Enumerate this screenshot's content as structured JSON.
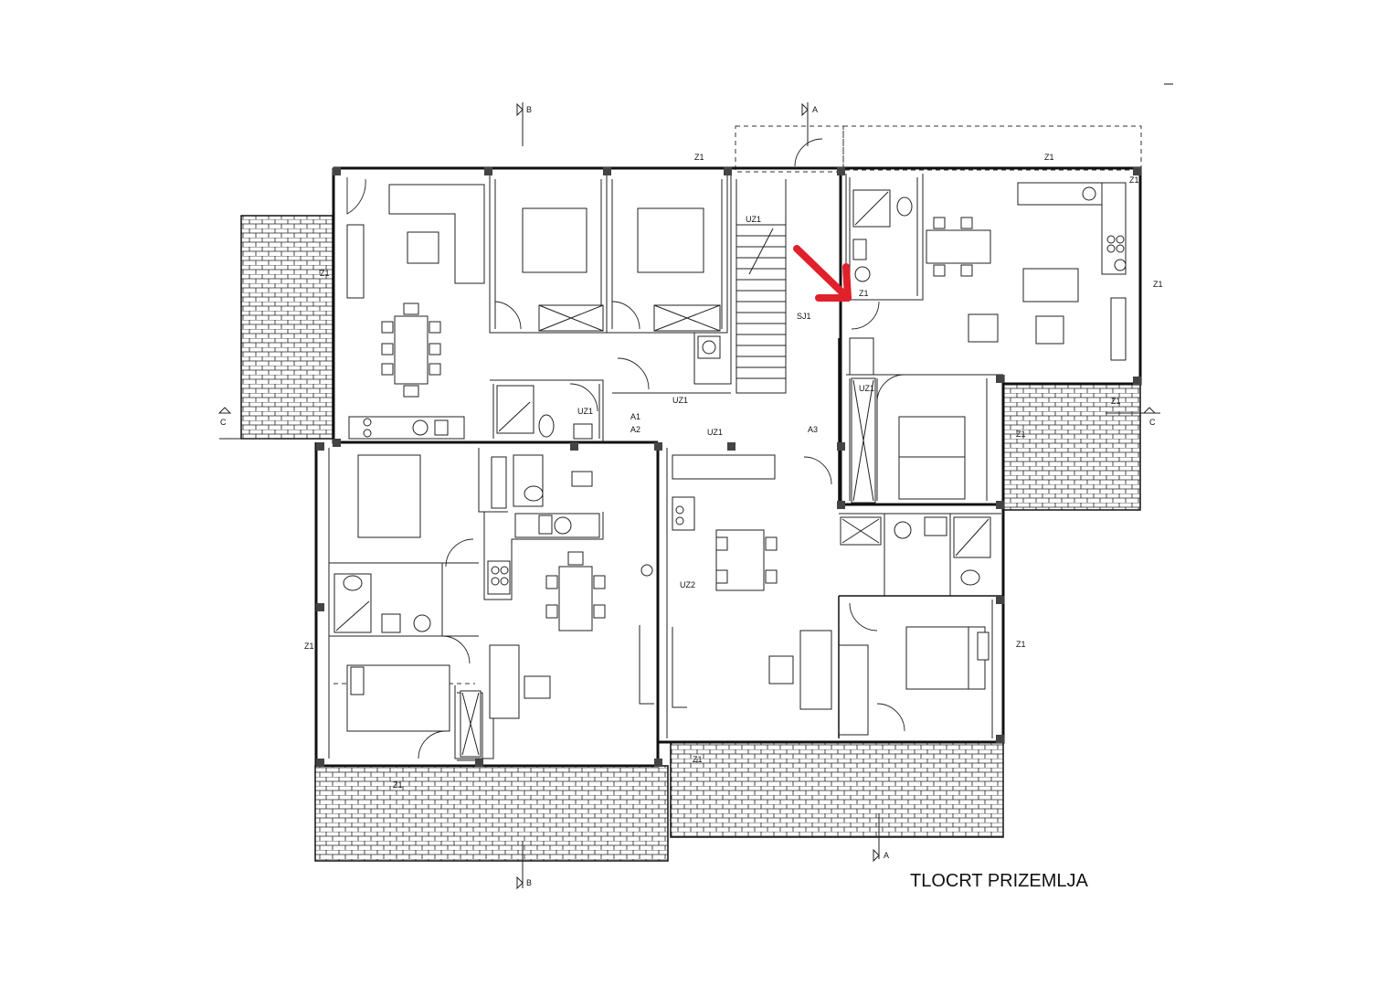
{
  "title": "TLOCRT PRIZEMLJA",
  "section_markers": [
    "B",
    "A",
    "C",
    "C",
    "B",
    "A"
  ],
  "window_labels": [
    "Z1",
    "Z1",
    "Z1",
    "Z1",
    "Z1",
    "Z1",
    "Z1",
    "Z1",
    "Z1",
    "Z1",
    "Z1",
    "Z1"
  ],
  "door_labels": [
    "UZ1",
    "UZ1",
    "UZ1",
    "UZ1",
    "UZ1",
    "UZ2",
    "SJ1"
  ],
  "stair_labels": [
    "A1",
    "A2",
    "A3"
  ],
  "highlight": {
    "color": "#e0202a",
    "icon": "red-arrow-icon"
  },
  "colors": {
    "lines": "#111111",
    "background": "#ffffff"
  }
}
